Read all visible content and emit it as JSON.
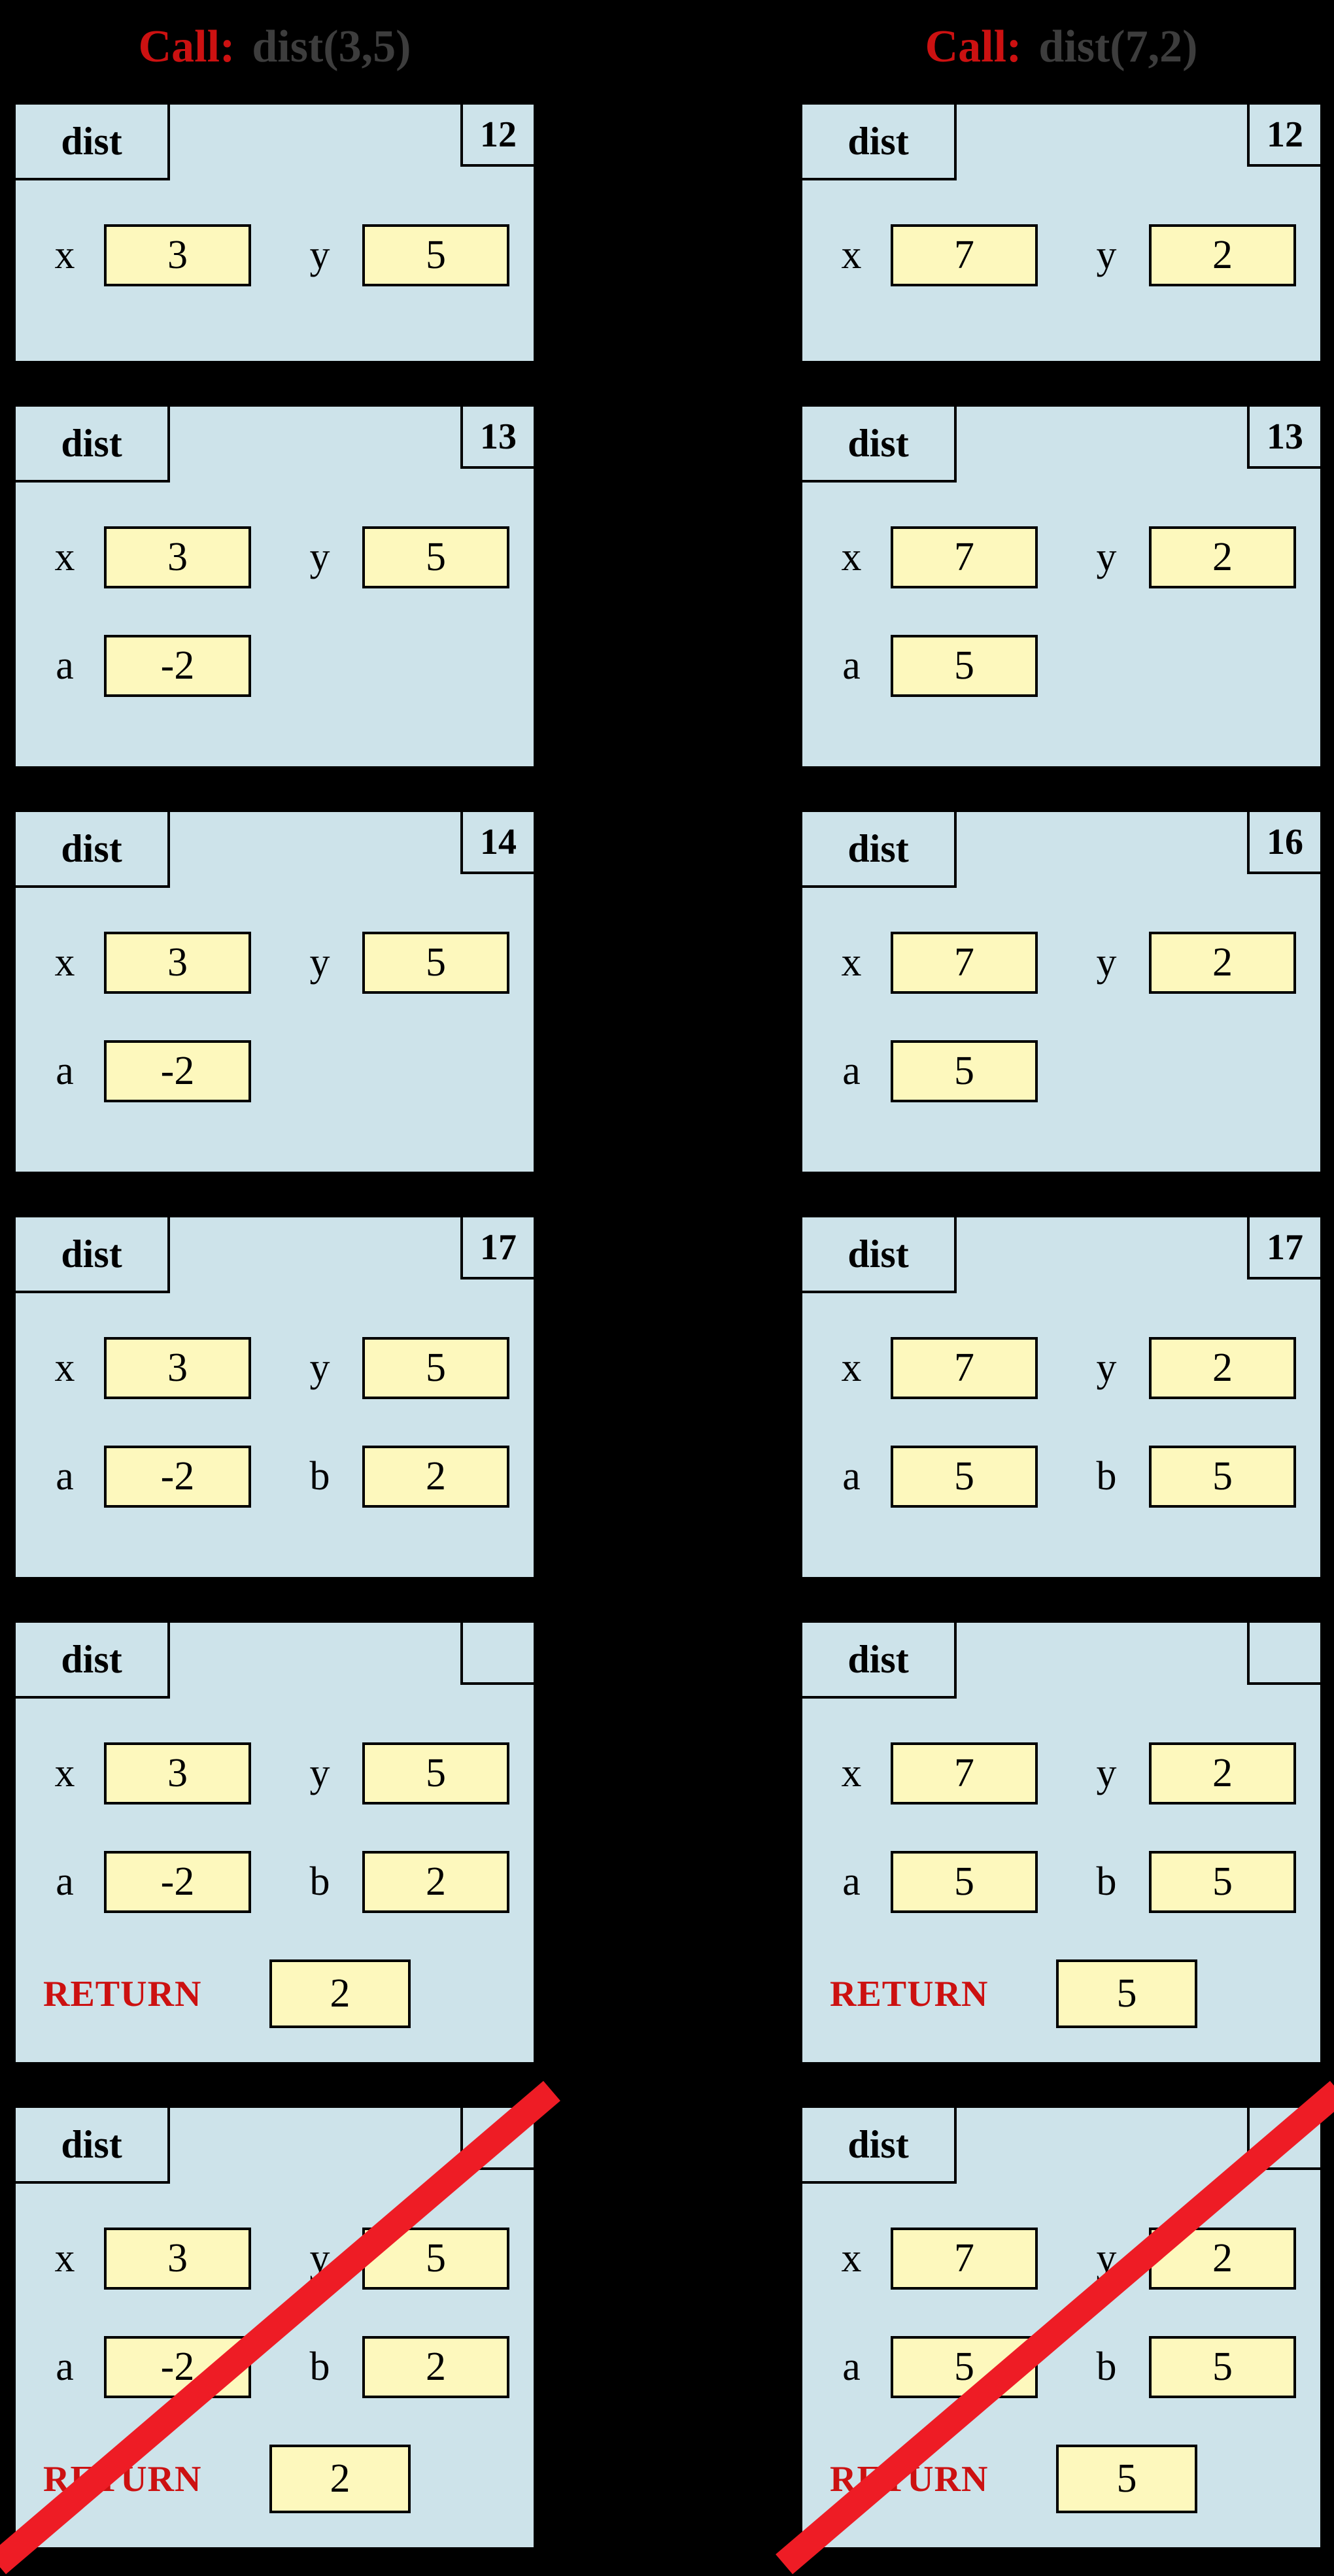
{
  "colors": {
    "background": "#000000",
    "frame_fill": "#cde3ea",
    "value_fill": "#fdf8bd",
    "border": "#000000",
    "accent_red": "#cc1111",
    "slash_red": "#ee1c25",
    "call_args_color": "#3d3d3d"
  },
  "columns": [
    {
      "header": {
        "call_label": "Call:",
        "call_args": "dist(3,5)"
      },
      "frames": [
        {
          "name": "dist",
          "line": "12",
          "rows": [
            [
              {
                "label": "x",
                "value": "3"
              },
              {
                "label": "y",
                "value": "5"
              }
            ]
          ],
          "slashed": false
        },
        {
          "name": "dist",
          "line": "13",
          "rows": [
            [
              {
                "label": "x",
                "value": "3"
              },
              {
                "label": "y",
                "value": "5"
              }
            ],
            [
              {
                "label": "a",
                "value": "-2"
              }
            ]
          ],
          "slashed": false
        },
        {
          "name": "dist",
          "line": "14",
          "rows": [
            [
              {
                "label": "x",
                "value": "3"
              },
              {
                "label": "y",
                "value": "5"
              }
            ],
            [
              {
                "label": "a",
                "value": "-2"
              }
            ]
          ],
          "slashed": false
        },
        {
          "name": "dist",
          "line": "17",
          "rows": [
            [
              {
                "label": "x",
                "value": "3"
              },
              {
                "label": "y",
                "value": "5"
              }
            ],
            [
              {
                "label": "a",
                "value": "-2"
              },
              {
                "label": "b",
                "value": "2"
              }
            ]
          ],
          "slashed": false
        },
        {
          "name": "dist",
          "line": "",
          "rows": [
            [
              {
                "label": "x",
                "value": "3"
              },
              {
                "label": "y",
                "value": "5"
              }
            ],
            [
              {
                "label": "a",
                "value": "-2"
              },
              {
                "label": "b",
                "value": "2"
              }
            ]
          ],
          "return_label": "RETURN",
          "return_value": "2",
          "slashed": false
        },
        {
          "name": "dist",
          "line": "",
          "rows": [
            [
              {
                "label": "x",
                "value": "3"
              },
              {
                "label": "y",
                "value": "5"
              }
            ],
            [
              {
                "label": "a",
                "value": "-2"
              },
              {
                "label": "b",
                "value": "2"
              }
            ]
          ],
          "return_label": "RETURN",
          "return_value": "2",
          "slashed": true
        }
      ]
    },
    {
      "header": {
        "call_label": "Call:",
        "call_args": "dist(7,2)"
      },
      "frames": [
        {
          "name": "dist",
          "line": "12",
          "rows": [
            [
              {
                "label": "x",
                "value": "7"
              },
              {
                "label": "y",
                "value": "2"
              }
            ]
          ],
          "slashed": false
        },
        {
          "name": "dist",
          "line": "13",
          "rows": [
            [
              {
                "label": "x",
                "value": "7"
              },
              {
                "label": "y",
                "value": "2"
              }
            ],
            [
              {
                "label": "a",
                "value": "5"
              }
            ]
          ],
          "slashed": false
        },
        {
          "name": "dist",
          "line": "16",
          "rows": [
            [
              {
                "label": "x",
                "value": "7"
              },
              {
                "label": "y",
                "value": "2"
              }
            ],
            [
              {
                "label": "a",
                "value": "5"
              }
            ]
          ],
          "slashed": false
        },
        {
          "name": "dist",
          "line": "17",
          "rows": [
            [
              {
                "label": "x",
                "value": "7"
              },
              {
                "label": "y",
                "value": "2"
              }
            ],
            [
              {
                "label": "a",
                "value": "5"
              },
              {
                "label": "b",
                "value": "5"
              }
            ]
          ],
          "slashed": false
        },
        {
          "name": "dist",
          "line": "",
          "rows": [
            [
              {
                "label": "x",
                "value": "7"
              },
              {
                "label": "y",
                "value": "2"
              }
            ],
            [
              {
                "label": "a",
                "value": "5"
              },
              {
                "label": "b",
                "value": "5"
              }
            ]
          ],
          "return_label": "RETURN",
          "return_value": "5",
          "slashed": false
        },
        {
          "name": "dist",
          "line": "",
          "rows": [
            [
              {
                "label": "x",
                "value": "7"
              },
              {
                "label": "y",
                "value": "2"
              }
            ],
            [
              {
                "label": "a",
                "value": "5"
              },
              {
                "label": "b",
                "value": "5"
              }
            ]
          ],
          "return_label": "RETURN",
          "return_value": "5",
          "slashed": true
        }
      ]
    }
  ]
}
